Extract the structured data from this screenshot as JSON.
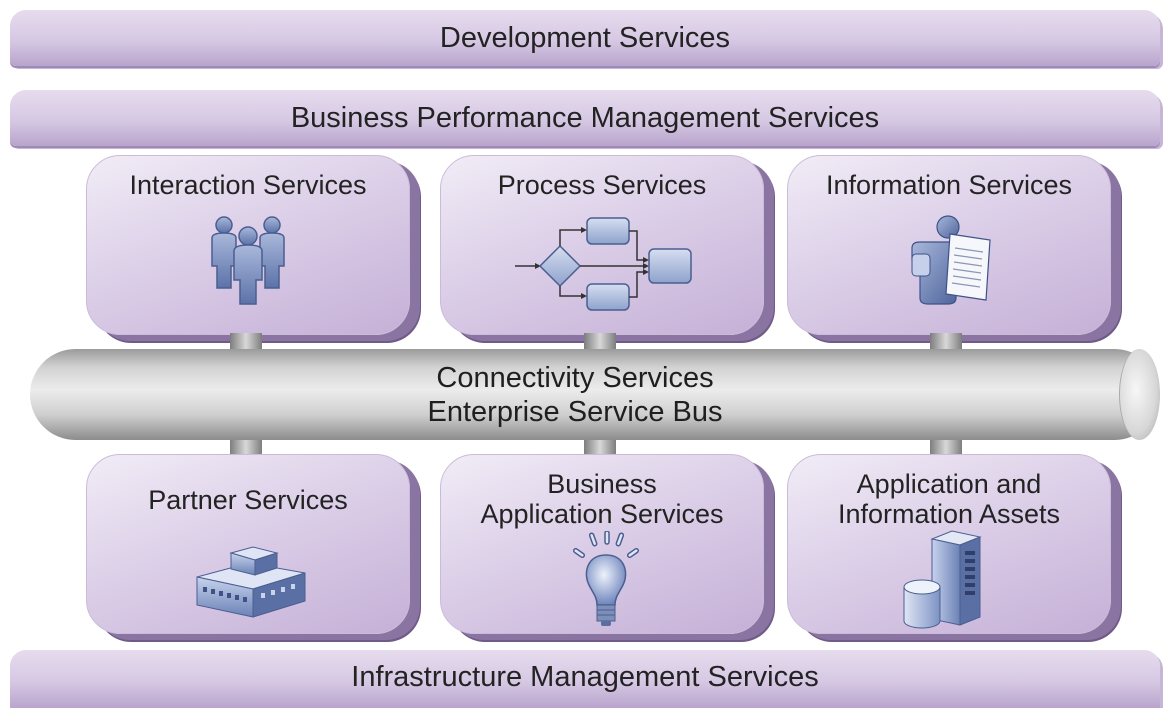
{
  "bands": {
    "development": "Development Services",
    "bpm": "Business Performance Management Services",
    "infrastructure": "Infrastructure Management Services"
  },
  "top_boxes": [
    {
      "title": "Interaction Services",
      "icon": "people-group-icon"
    },
    {
      "title": "Process Services",
      "icon": "process-flow-icon"
    },
    {
      "title": "Information Services",
      "icon": "information-document-icon"
    }
  ],
  "bus": {
    "line1": "Connectivity Services",
    "line2": "Enterprise Service Bus"
  },
  "bottom_boxes": [
    {
      "title_line1": "Partner Services",
      "title_line2": "",
      "icon": "building-icon"
    },
    {
      "title_line1": "Business",
      "title_line2": "Application Services",
      "icon": "lightbulb-icon"
    },
    {
      "title_line1": "Application and",
      "title_line2": "Information Assets",
      "icon": "server-database-icon"
    }
  ],
  "colors": {
    "band_purple": "#d6c8e3",
    "box_shadow_purple": "#8a74a2",
    "bus_gray": "#d2d2d2",
    "icon_blue": "#7f95c4"
  }
}
